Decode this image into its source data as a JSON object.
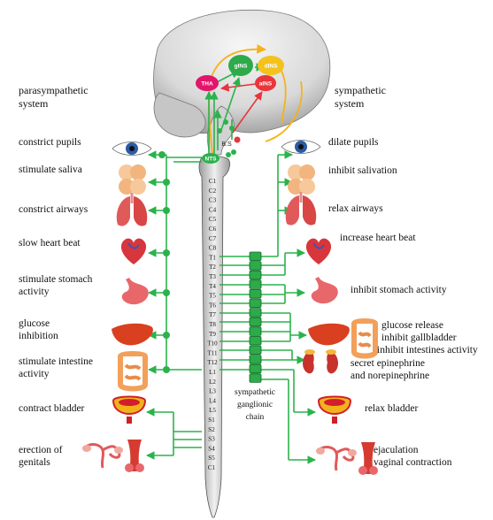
{
  "headings": {
    "left": [
      "parasympathetic",
      "system"
    ],
    "right": [
      "sympathetic",
      "system"
    ]
  },
  "brain_regions": {
    "tha": "THA",
    "gins": "gINS",
    "dins": "dINS",
    "ains": "aINS",
    "bs": "B.S",
    "nts": "NTS"
  },
  "vertebrae": [
    "C1",
    "C2",
    "C3",
    "C4",
    "C5",
    "C6",
    "C7",
    "C8",
    "T1",
    "T2",
    "T3",
    "T4",
    "T5",
    "T6",
    "T7",
    "T8",
    "T9",
    "T10",
    "T11",
    "T12",
    "L1",
    "L2",
    "L3",
    "L4",
    "L5",
    "S1",
    "S2",
    "S3",
    "S4",
    "S5",
    "C1"
  ],
  "chain_label": [
    "sympathetic",
    "ganglionic",
    "chain"
  ],
  "parasympathetic_effects": [
    [
      "constrict pupils"
    ],
    [
      "stimulate saliva"
    ],
    [
      "constrict airways"
    ],
    [
      "slow heart beat"
    ],
    [
      "stimulate stomach",
      "activity"
    ],
    [
      "glucose",
      "inhibition"
    ],
    [
      "stimulate intestine",
      "activity"
    ],
    [
      "contract bladder"
    ],
    [
      "erection of",
      "genitals"
    ]
  ],
  "sympathetic_effects": [
    [
      "dilate pupils"
    ],
    [
      "inhibit salivation"
    ],
    [
      "relax airways"
    ],
    [
      "increase heart beat"
    ],
    [
      "inhibit stomach activity"
    ],
    [
      "glucose release"
    ],
    [
      "inhibit gallbladder"
    ],
    [
      "inhibit intestines activity"
    ],
    [
      "secret epinephrine",
      "and norepinephrine"
    ],
    [
      "relax bladder"
    ],
    [
      "ejaculation",
      "vaginal contraction"
    ]
  ],
  "organ_icons": [
    "eye-icon",
    "salivary-gland-icon",
    "lungs-icon",
    "heart-icon",
    "stomach-icon",
    "liver-icon",
    "intestine-icon",
    "kidney-icon",
    "bladder-icon",
    "genitals-icon"
  ],
  "colors": {
    "nerve_green": "#2bb24c",
    "arrow_red": "#e8343a",
    "arrow_orange": "#f5b21a",
    "tha_pink": "#e3156b",
    "gins_green": "#2daa4a",
    "dins_yellow": "#f4c21c",
    "ains_red": "#e9353b"
  }
}
